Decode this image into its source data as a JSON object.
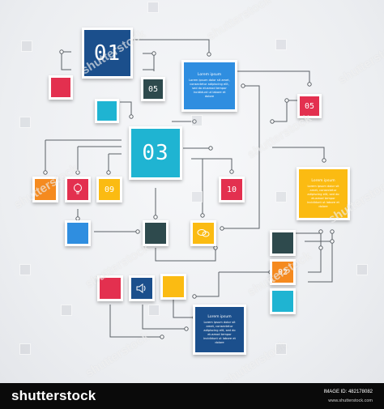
{
  "colors": {
    "navy": "#1b4f8c",
    "blue": "#2f8ee0",
    "cyan": "#1fb4d2",
    "crimson": "#e3304f",
    "orange": "#f58a1f",
    "yellow": "#fbbb12",
    "dark": "#2e4a4d",
    "connector": "#5a6066"
  },
  "tiles": {
    "t01": "01",
    "t03": "03",
    "t05": "05",
    "t05b": "05",
    "t09": "09",
    "t10": "10",
    "t02": "02"
  },
  "placeholder_text": {
    "heading": "Lorem ipsum",
    "body": "Lorem ipsum dolor sit amet, consectetur adipiscing elit, sed do eiusmod tempor incididunt ut labore et dolore"
  },
  "icons": [
    "lightbulb-icon",
    "speech-bubbles-icon",
    "speaker-icon"
  ],
  "watermark": "shutterstock",
  "footer": {
    "logo": "shutterstock",
    "image_id": "IMAGE ID: 482178082",
    "site": "www.shutterstock.com"
  }
}
